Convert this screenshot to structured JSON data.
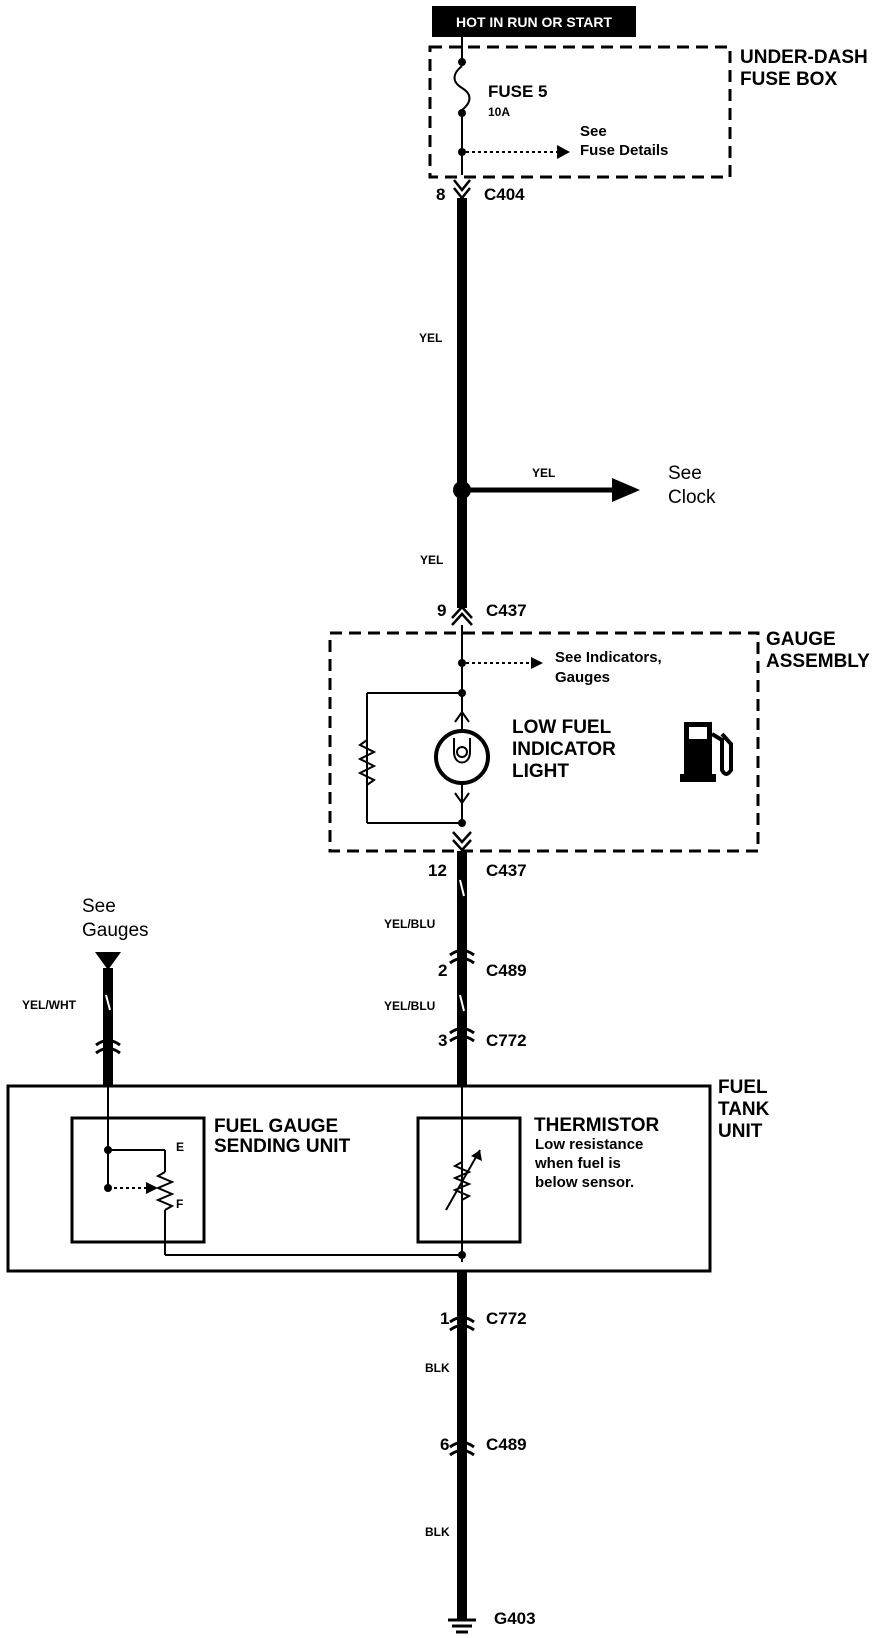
{
  "header": "HOT IN RUN OR START",
  "fuse_box": {
    "title_line1": "UNDER-DASH",
    "title_line2": "FUSE BOX",
    "fuse_name": "FUSE 5",
    "fuse_rating": "10A",
    "see_line1": "See",
    "see_line2": "Fuse Details"
  },
  "connectors": {
    "c404": {
      "pin": "8",
      "name": "C404"
    },
    "c437_top": {
      "pin": "9",
      "name": "C437"
    },
    "c437_bottom": {
      "pin": "12",
      "name": "C437"
    },
    "c489_top": {
      "pin": "2",
      "name": "C489"
    },
    "c772_top": {
      "pin": "3",
      "name": "C772"
    },
    "c772_bottom": {
      "pin": "1",
      "name": "C772"
    },
    "c489_bottom": {
      "pin": "6",
      "name": "C489"
    }
  },
  "wires": {
    "yel_1": "YEL",
    "yel_branch": "YEL",
    "yel_2": "YEL",
    "yel_blu_1": "YEL/BLU",
    "yel_blu_2": "YEL/BLU",
    "yel_wht": "YEL/WHT",
    "blk_1": "BLK",
    "blk_2": "BLK"
  },
  "clock_ref": {
    "line1": "See",
    "line2": "Clock"
  },
  "gauge_assembly": {
    "title_line1": "GAUGE",
    "title_line2": "ASSEMBLY",
    "see_line1": "See Indicators,",
    "see_line2": "Gauges",
    "light_line1": "LOW FUEL",
    "light_line2": "INDICATOR",
    "light_line3": "LIGHT"
  },
  "gauges_ref": {
    "line1": "See",
    "line2": "Gauges"
  },
  "fuel_tank_unit": {
    "title_line1": "FUEL",
    "title_line2": "TANK",
    "title_line3": "UNIT"
  },
  "sending_unit": {
    "line1": "FUEL GAUGE",
    "line2": "SENDING UNIT",
    "term_e": "E",
    "term_f": "F"
  },
  "thermistor": {
    "title": "THERMISTOR",
    "line1": "Low resistance",
    "line2": "when fuel is",
    "line3": "below sensor."
  },
  "ground": {
    "name": "G403"
  }
}
